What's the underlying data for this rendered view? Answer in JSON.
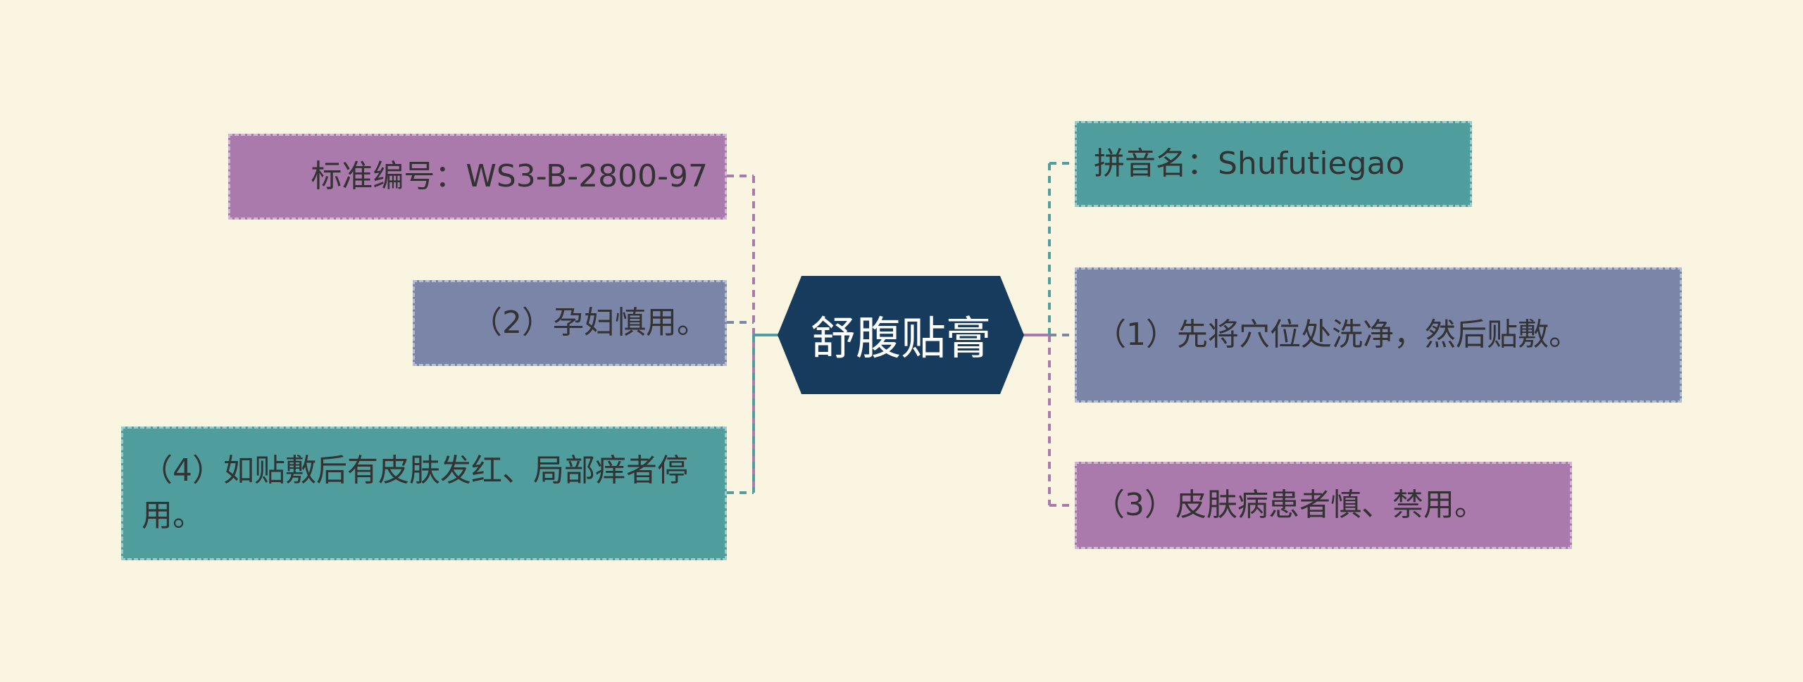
{
  "central": {
    "title": "舒腹贴膏",
    "color": "#173b5c"
  },
  "colors": {
    "purple": "#a97aab",
    "slate": "#7a85a8",
    "teal": "#4f9e9d",
    "line_purple": "#a97aab",
    "line_teal": "#4f9e9d"
  },
  "left_nodes": [
    {
      "text": "标准编号：WS3-B-2800-97",
      "color": "purple"
    },
    {
      "text": "（2）孕妇慎用。",
      "color": "slate"
    },
    {
      "text": "（4）如贴敷后有皮肤发红、局部痒者停用。",
      "color": "teal"
    }
  ],
  "right_nodes": [
    {
      "text": "拼音名：Shufutiegao",
      "color": "teal"
    },
    {
      "text": "（1）先将穴位处洗净，然后贴敷。",
      "color": "slate"
    },
    {
      "text": "（3）皮肤病患者慎、禁用。",
      "color": "purple"
    }
  ]
}
